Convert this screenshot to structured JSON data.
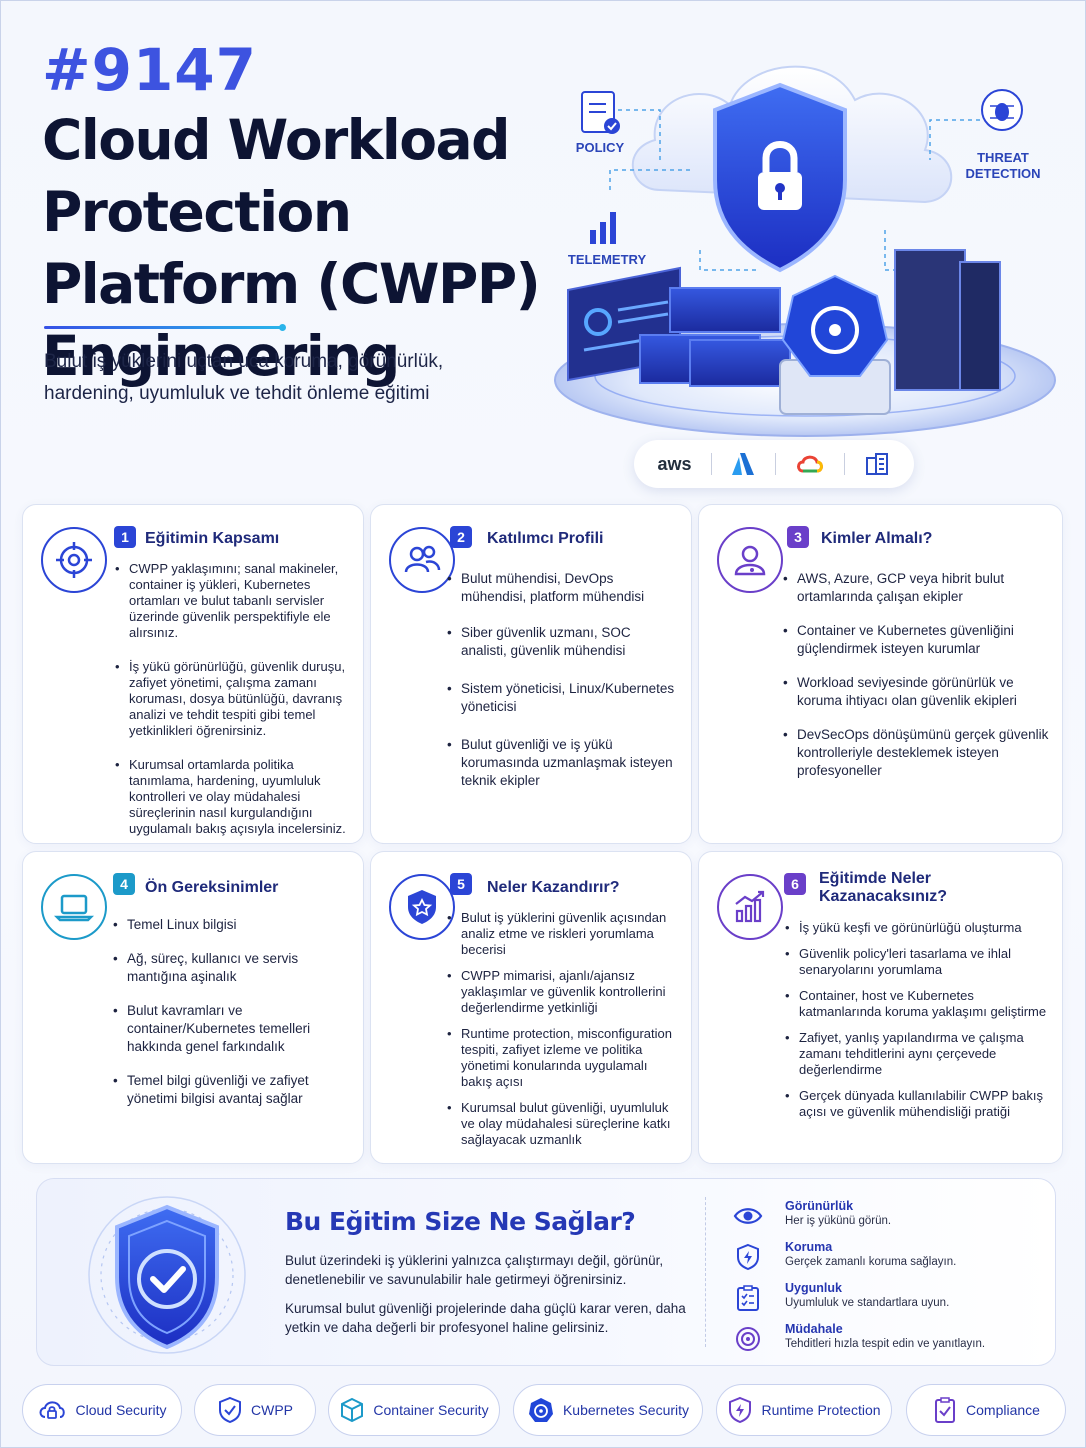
{
  "header": {
    "number": "#9147",
    "title": "Cloud Workload Protection Platform (CWPP) Engineering",
    "subtitle": "Bulut iş yüklerini uçtan uca koruma, görünürlük, hardening, uyumluluk ve tehdit önleme eğitimi"
  },
  "hero": {
    "labels": {
      "policy": "POLICY",
      "telemetry": "TELEMETRY",
      "threat": "THREAT DETECTION"
    },
    "logos": [
      "aws",
      "azure-icon",
      "google-cloud-icon",
      "building-icon"
    ]
  },
  "cards": [
    {
      "num": "1",
      "title": "Eğitimin Kapsamı",
      "icon": "target-icon",
      "color": "#2b45d6",
      "items": [
        "CWPP yaklaşımını; sanal makineler, container iş yükleri, Kubernetes ortamları ve bulut tabanlı servisler üzerinde güvenlik perspektifiyle ele alırsınız.",
        "İş yükü görünürlüğü, güvenlik duruşu, zafiyet yönetimi, çalışma zamanı koruması, dosya bütünlüğü, davranış analizi ve tehdit tespiti gibi temel yetkinlikleri öğrenirsiniz.",
        "Kurumsal ortamlarda politika tanımlama, hardening, uyumluluk kontrolleri ve olay müdahalesi süreçlerinin nasıl kurgulandığını uygulamalı bakış açısıyla incelersiniz."
      ]
    },
    {
      "num": "2",
      "title": "Katılımcı Profili",
      "icon": "users-icon",
      "color": "#2b45d6",
      "items": [
        "Bulut mühendisi, DevOps mühendisi, platform mühendisi",
        "Siber güvenlik uzmanı, SOC analisti, güvenlik mühendisi",
        "Sistem yöneticisi, Linux/Kubernetes yöneticisi",
        "Bulut güvenliği ve iş yükü korumasında uzmanlaşmak isteyen teknik ekipler"
      ]
    },
    {
      "num": "3",
      "title": "Kimler Almalı?",
      "icon": "user-icon",
      "color": "#6a3fc9",
      "items": [
        "AWS, Azure, GCP veya hibrit bulut ortamlarında çalışan ekipler",
        "Container ve Kubernetes güvenliğini güçlendirmek isteyen kurumlar",
        "Workload seviyesinde görünürlük ve koruma ihtiyacı olan güvenlik ekipleri",
        "DevSecOps dönüşümünü gerçek güvenlik kontrolleriyle desteklemek isteyen profesyoneller"
      ]
    },
    {
      "num": "4",
      "title": "Ön Gereksinimler",
      "icon": "laptop-icon",
      "color": "#1c9ac9",
      "items": [
        "Temel Linux bilgisi",
        "Ağ, süreç, kullanıcı ve servis mantığına aşinalık",
        "Bulut kavramları ve container/Kubernetes temelleri hakkında genel farkındalık",
        "Temel bilgi güvenliği ve zafiyet yönetimi bilgisi avantaj sağlar"
      ]
    },
    {
      "num": "5",
      "title": "Neler Kazandırır?",
      "icon": "shield-star-icon",
      "color": "#2b45d6",
      "items": [
        "Bulut iş yüklerini güvenlik açısından analiz etme ve riskleri yorumlama becerisi",
        "CWPP mimarisi, ajanlı/ajansız yaklaşımlar ve güvenlik kontrollerini değerlendirme yetkinliği",
        "Runtime protection, misconfiguration tespiti, zafiyet izleme ve politika yönetimi konularında uygulamalı bakış açısı",
        "Kurumsal bulut güvenliği, uyumluluk ve olay müdahalesi süreçlerine katkı sağlayacak uzmanlık"
      ]
    },
    {
      "num": "6",
      "title": "Eğitimde Neler Kazanacaksınız?",
      "icon": "growth-chart-icon",
      "color": "#6a3fc9",
      "items": [
        "İş yükü keşfi ve görünürlüğü oluşturma",
        "Güvenlik policy'leri tasarlama ve ihlal senaryolarını yorumlama",
        "Container, host ve Kubernetes katmanlarında koruma yaklaşımı geliştirme",
        "Zafiyet, yanlış yapılandırma ve çalışma zamanı tehditlerini aynı çerçevede değerlendirme",
        "Gerçek dünyada kullanılabilir CWPP bakış açısı ve güvenlik mühendisliği pratiği"
      ]
    }
  ],
  "banner": {
    "title": "Bu Eğitim Size Ne Sağlar?",
    "p1": "Bulut üzerindeki iş yüklerini yalnızca çalıştırmayı değil, görünür, denetlenebilir ve savunulabilir hale getirmeyi öğrenirsiniz.",
    "p2": "Kurumsal bulut güvenliği projelerinde daha güçlü karar veren, daha yetkin ve daha değerli bir profesyonel haline gelirsiniz.",
    "features": [
      {
        "title": "Görünürlük",
        "desc": "Her iş yükünü görün.",
        "icon": "eye-icon"
      },
      {
        "title": "Koruma",
        "desc": "Gerçek zamanlı koruma sağlayın.",
        "icon": "shield-bolt-icon"
      },
      {
        "title": "Uygunluk",
        "desc": "Uyumluluk ve standartlara uyun.",
        "icon": "checklist-icon"
      },
      {
        "title": "Müdahale",
        "desc": "Tehditleri hızla tespit edin ve yanıtlayın.",
        "icon": "target-icon"
      }
    ]
  },
  "tags": [
    {
      "label": "Cloud Security",
      "icon": "cloud-lock-icon"
    },
    {
      "label": "CWPP",
      "icon": "shield-check-icon"
    },
    {
      "label": "Container Security",
      "icon": "cube-icon"
    },
    {
      "label": "Kubernetes Security",
      "icon": "helm-icon"
    },
    {
      "label": "Runtime Protection",
      "icon": "shield-bolt-icon"
    },
    {
      "label": "Compliance",
      "icon": "clipboard-check-icon"
    }
  ]
}
